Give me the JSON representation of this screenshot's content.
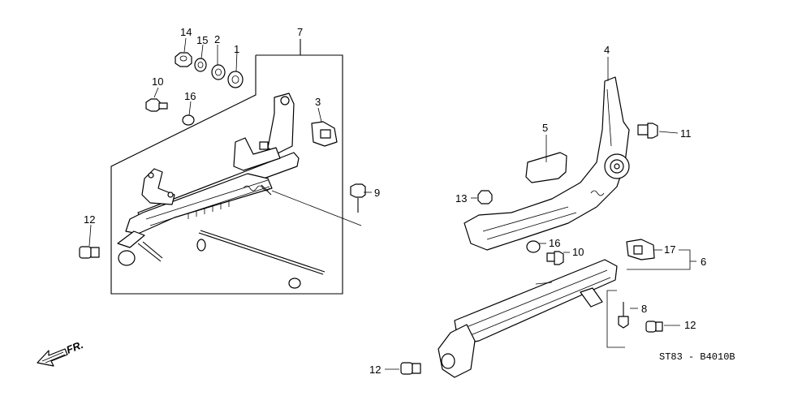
{
  "callouts": {
    "c1": "1",
    "c2": "2",
    "c3": "3",
    "c4": "4",
    "c5": "5",
    "c6": "6",
    "c7": "7",
    "c8": "8",
    "c9": "9",
    "c10a": "10",
    "c10b": "10",
    "c11": "11",
    "c12a": "12",
    "c12b": "12",
    "c12c": "12",
    "c13": "13",
    "c14": "14",
    "c15": "15",
    "c16a": "16",
    "c16b": "16",
    "c17": "17"
  },
  "direction_label": "FR.",
  "diagram_code": "ST83 - B4010B"
}
